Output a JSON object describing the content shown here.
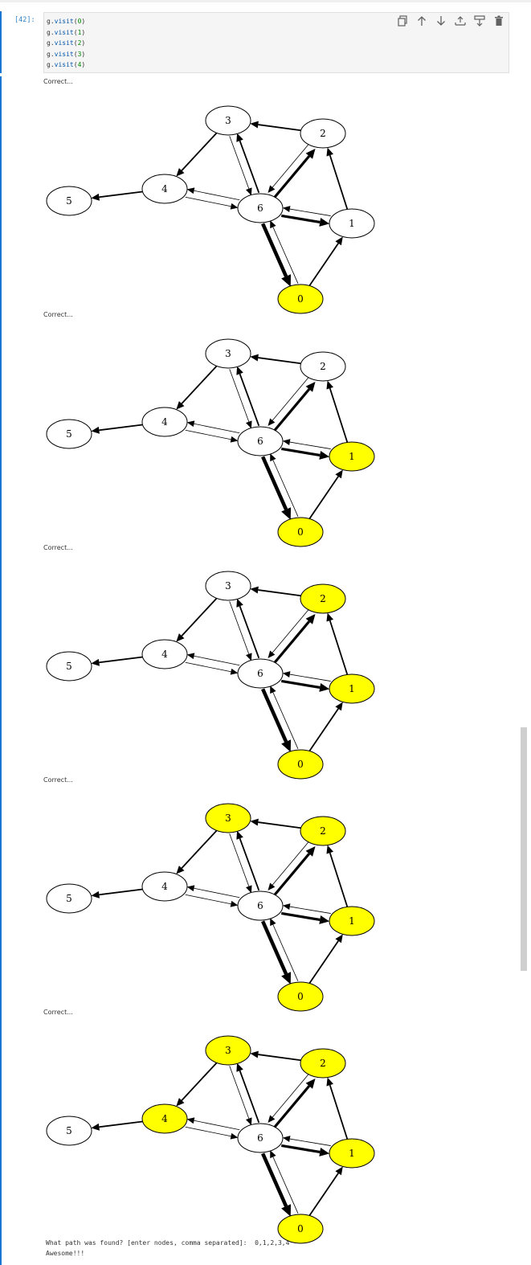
{
  "cell": {
    "prompt": "[42]:",
    "code_lines": [
      {
        "obj": "g",
        "fn": "visit",
        "arg": "0"
      },
      {
        "obj": "g",
        "fn": "visit",
        "arg": "1"
      },
      {
        "obj": "g",
        "fn": "visit",
        "arg": "2"
      },
      {
        "obj": "g",
        "fn": "visit",
        "arg": "3"
      },
      {
        "obj": "g",
        "fn": "visit",
        "arg": "4"
      }
    ],
    "toolbar": [
      "duplicate-icon",
      "move-up-icon",
      "move-down-icon",
      "insert-above-icon",
      "insert-below-icon",
      "delete-icon"
    ]
  },
  "colors": {
    "visited": "#ffff00",
    "unvisited": "#ffffff",
    "accent": "#1976d2"
  },
  "outputs": [
    {
      "status": "Correct...",
      "visited": [
        "0"
      ]
    },
    {
      "status": "Correct...",
      "visited": [
        "0",
        "1"
      ]
    },
    {
      "status": "Correct...",
      "visited": [
        "0",
        "1",
        "2"
      ]
    },
    {
      "status": "Correct...",
      "visited": [
        "0",
        "1",
        "2",
        "3"
      ]
    },
    {
      "status": "Correct...",
      "visited": [
        "0",
        "1",
        "2",
        "3",
        "4"
      ]
    }
  ],
  "graph": {
    "nodes": [
      "0",
      "1",
      "2",
      "3",
      "4",
      "5",
      "6"
    ],
    "edges": [
      {
        "from": "2",
        "to": "3",
        "weight": "normal"
      },
      {
        "from": "3",
        "to": "4",
        "weight": "normal"
      },
      {
        "from": "4",
        "to": "5",
        "weight": "normal"
      },
      {
        "from": "3",
        "to": "6",
        "weight": "thin"
      },
      {
        "from": "6",
        "to": "3",
        "weight": "normal"
      },
      {
        "from": "6",
        "to": "2",
        "weight": "bold"
      },
      {
        "from": "2",
        "to": "6",
        "weight": "thin"
      },
      {
        "from": "6",
        "to": "4",
        "weight": "thin"
      },
      {
        "from": "4",
        "to": "6",
        "weight": "thin"
      },
      {
        "from": "6",
        "to": "1",
        "weight": "bold"
      },
      {
        "from": "1",
        "to": "6",
        "weight": "thin"
      },
      {
        "from": "1",
        "to": "2",
        "weight": "normal"
      },
      {
        "from": "0",
        "to": "1",
        "weight": "normal"
      },
      {
        "from": "6",
        "to": "0",
        "weight": "heavy"
      },
      {
        "from": "0",
        "to": "6",
        "weight": "thin"
      }
    ]
  },
  "input_prompt": "What path was found? [enter nodes, comma separated]:",
  "input_value": "0,1,2,3,4",
  "result": "Awesome!!!"
}
